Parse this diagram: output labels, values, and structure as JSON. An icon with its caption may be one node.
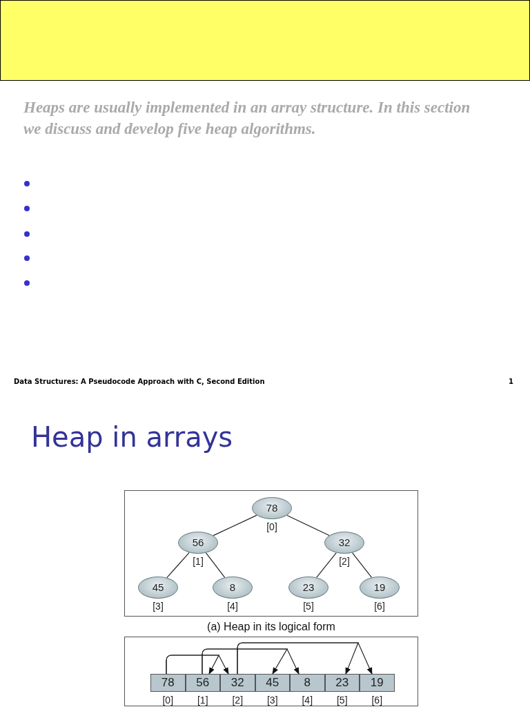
{
  "diagram": {
    "title": "Heap in arrays",
    "nodes": [
      {
        "text": [
          "(a) Heap in its logical form"
        ]
      },
      {
        "text": [
          "78"
        ],
        "in": 0,
        "beside": [
          "[0]"
        ]
      },
      {
        "text": [
          "56"
        ],
        "in": 0,
        "beside": [
          "[1]"
        ]
      },
      {
        "text": [
          "32"
        ],
        "in": 0,
        "beside": [
          "[2]"
        ]
      },
      {
        "text": [
          "45"
        ],
        "in": 0,
        "beside": [
          "[3]"
        ]
      },
      {
        "text": [
          "8"
        ],
        "in": 0,
        "beside": [
          "[4]"
        ]
      },
      {
        "text": [
          "23"
        ],
        "in": 0,
        "beside": [
          "[5]"
        ]
      },
      {
        "text": [
          "19"
        ],
        "in": 0,
        "beside": [
          "[6]"
        ]
      },
      {
        "text": [],
        "shape": "box"
      },
      {
        "text": [
          "78"
        ],
        "in": 8,
        "beside": [
          "[0]"
        ]
      },
      {
        "text": [
          "56"
        ],
        "in": 8,
        "beside": [
          "[1]"
        ]
      },
      {
        "text": [
          "32"
        ],
        "in": 8,
        "beside": [
          "[2]"
        ]
      },
      {
        "text": [
          "45"
        ],
        "in": 8,
        "beside": [
          "[3]"
        ]
      },
      {
        "text": [
          "8"
        ],
        "in": 8,
        "beside": [
          "[4]"
        ]
      },
      {
        "text": [
          "23"
        ],
        "in": 8,
        "beside": [
          "[5]"
        ]
      },
      {
        "text": [
          "19"
        ],
        "in": 8,
        "beside": [
          "[6]"
        ]
      }
    ],
    "edges": [
      {
        "from": 1,
        "to": 2,
        "arrow": "none"
      },
      {
        "from": 1,
        "to": 3,
        "arrow": "none"
      },
      {
        "from": 2,
        "to": 4,
        "arrow": "none"
      },
      {
        "from": 2,
        "to": 5,
        "arrow": "none"
      },
      {
        "from": 3,
        "to": 6,
        "arrow": "none"
      },
      {
        "from": 3,
        "to": 7,
        "arrow": "none"
      },
      {
        "from": 9,
        "to": 10,
        "arrow": "to"
      },
      {
        "from": 9,
        "to": 11,
        "arrow": "to"
      },
      {
        "from": 10,
        "to": 12,
        "arrow": "to"
      },
      {
        "from": 10,
        "to": 13,
        "arrow": "to"
      },
      {
        "from": 11,
        "to": 14,
        "arrow": "to"
      },
      {
        "from": 11,
        "to": 15,
        "arrow": "to"
      }
    ],
    "labels": [
      "Heaps are usually implemented in an array structure. In this section we discuss and develop five heap algorithms.",
      "Data Structures: A Pseudocode Approach with C, Second Edition",
      "1"
    ]
  }
}
